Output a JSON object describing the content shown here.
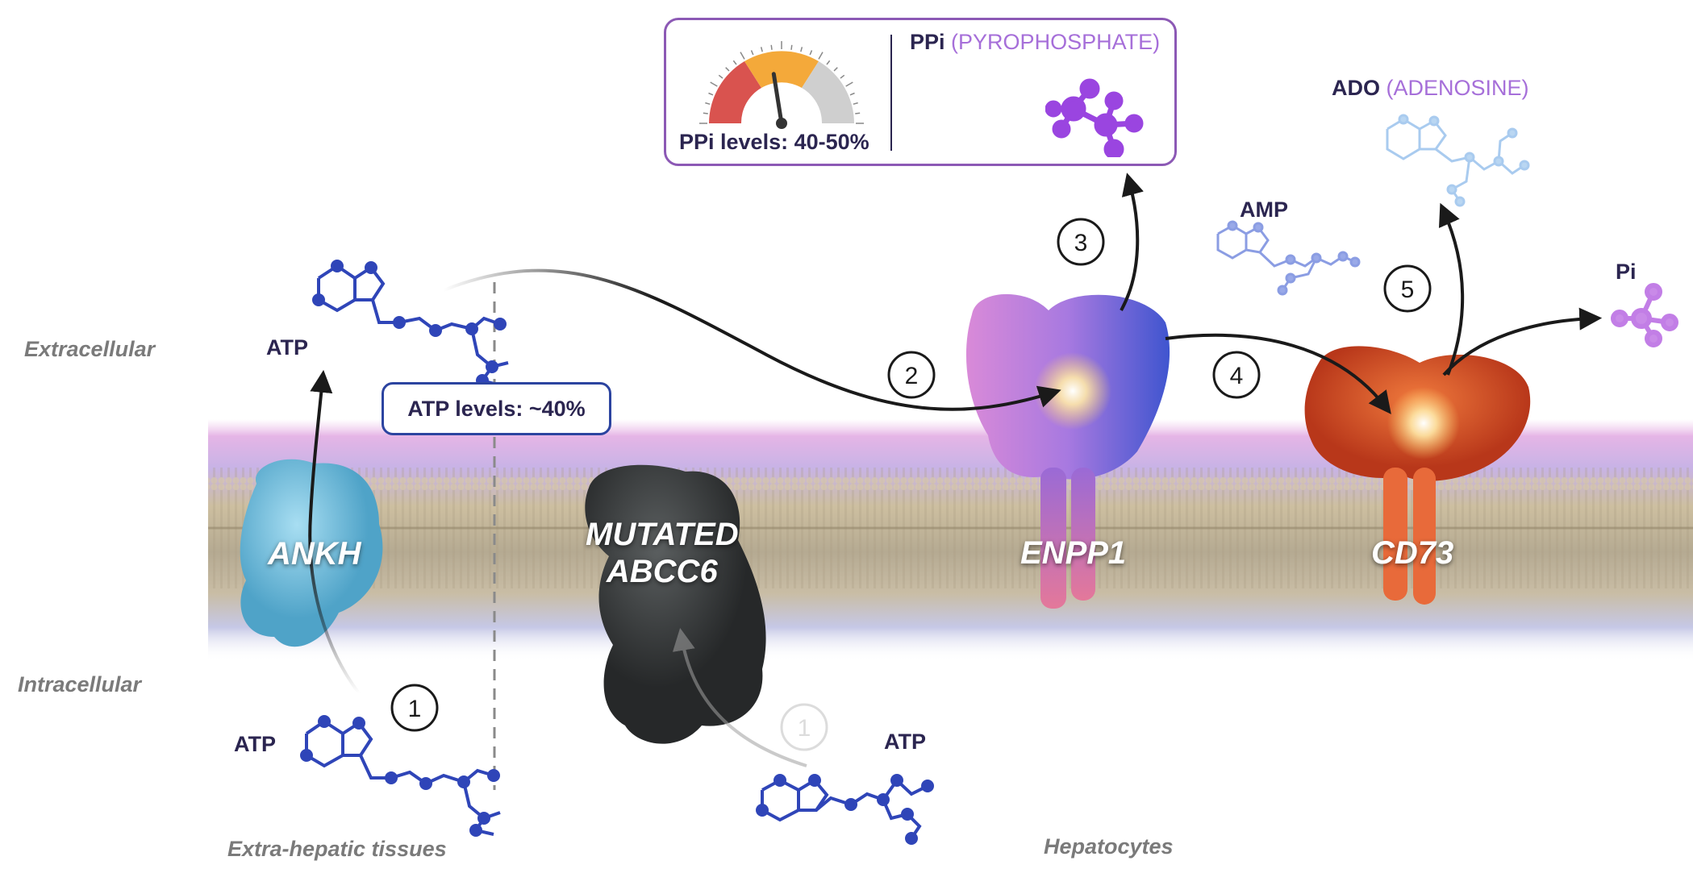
{
  "side_labels": {
    "extracellular": "Extracellular",
    "intracellular": "Intracellular",
    "extra_hepatic": "Extra-hepatic tissues",
    "hepatocytes": "Hepatocytes"
  },
  "proteins": {
    "ankh": "ANKH",
    "abcc6_line1": "MUTATED",
    "abcc6_line2": "ABCC6",
    "enpp1": "ENPP1",
    "cd73": "CD73"
  },
  "molecules": {
    "atp_extracellular": "ATP",
    "atp_intracellular_left": "ATP",
    "atp_intracellular_right": "ATP",
    "amp": "AMP",
    "pi": "Pi",
    "ado_abbr": "ADO",
    "ado_name": "(ADENOSINE)",
    "ppi_abbr": "PPi",
    "ppi_name": "(PYROPHOSPHATE)"
  },
  "boxes": {
    "atp_levels": "ATP levels: ~40%",
    "ppi_levels": "PPi levels: 40-50%"
  },
  "gauge": {
    "level_percent": 45
  },
  "steps": [
    "1",
    "2",
    "3",
    "4",
    "5",
    "1"
  ],
  "colors": {
    "atp_blue": "#2f45b8",
    "ppi_purple": "#9a45e0",
    "ankh_cyan": "#7ec8e6",
    "abcc6_dark": "#3a3d3e",
    "enpp1_blue": "#5468d8",
    "enpp1_pink": "#d57ad8",
    "cd73_orange": "#e3552c",
    "gauge_red": "#d9534f",
    "gauge_orange": "#f4a93a",
    "gauge_gray": "#cfcfcf",
    "label_dark": "#2b2550",
    "label_purple": "#a66fd9"
  }
}
